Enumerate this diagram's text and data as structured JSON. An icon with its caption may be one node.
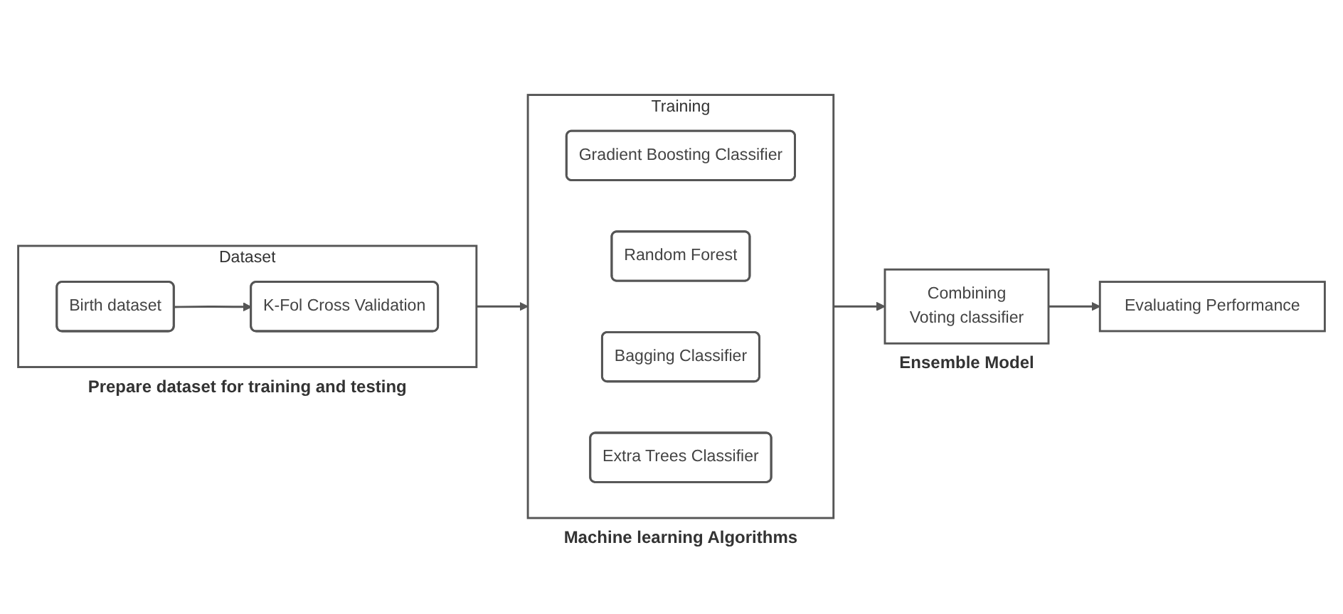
{
  "diagram": {
    "nodes": [
      {
        "text": [
          "Dataset"
        ],
        "beside": [
          "Prepare dataset for training and testing"
        ]
      },
      {
        "text": [
          "Birth dataset"
        ],
        "in": 0
      },
      {
        "text": [
          "K-Fol Cross Validation"
        ],
        "in": 0
      },
      {
        "text": [
          "Training"
        ],
        "beside": [
          "Machine learning Algorithms"
        ]
      },
      {
        "text": [
          "Gradient Boosting Classifier"
        ],
        "in": 3
      },
      {
        "text": [
          "Random Forest"
        ],
        "in": 3
      },
      {
        "text": [
          "Bagging Classifier"
        ],
        "in": 3
      },
      {
        "text": [
          "Extra Trees Classifier"
        ],
        "in": 3
      },
      {
        "text": [
          "Combining",
          "Voting classifier"
        ],
        "beside": [
          "Ensemble Model"
        ]
      },
      {
        "text": [
          "Evaluating Performance"
        ]
      }
    ],
    "edges": [
      {
        "from": 1,
        "to": 2,
        "arrow": "to"
      },
      {
        "from": 0,
        "to": 3,
        "arrow": "to"
      },
      {
        "from": 3,
        "to": 8,
        "arrow": "to"
      },
      {
        "from": 8,
        "to": 9,
        "arrow": "to"
      }
    ]
  }
}
